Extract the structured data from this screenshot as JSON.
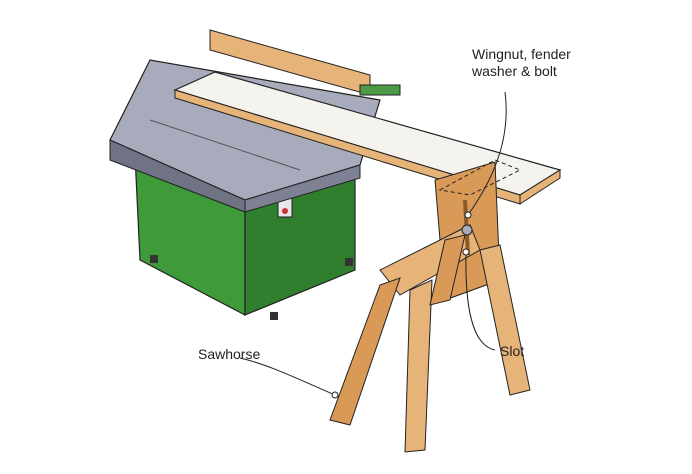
{
  "callouts": {
    "wingnut": "Wingnut, fender washer & bolt",
    "wingnut_line1": "Wingnut, fender",
    "wingnut_line2": "washer & bolt",
    "slot": "Slot",
    "sawhorse": "Sawhorse"
  },
  "colors": {
    "saw_body": "#3f9a3a",
    "saw_top": "#9fa3b4",
    "wood": "#e6b378",
    "board": "#f4f3ee"
  }
}
